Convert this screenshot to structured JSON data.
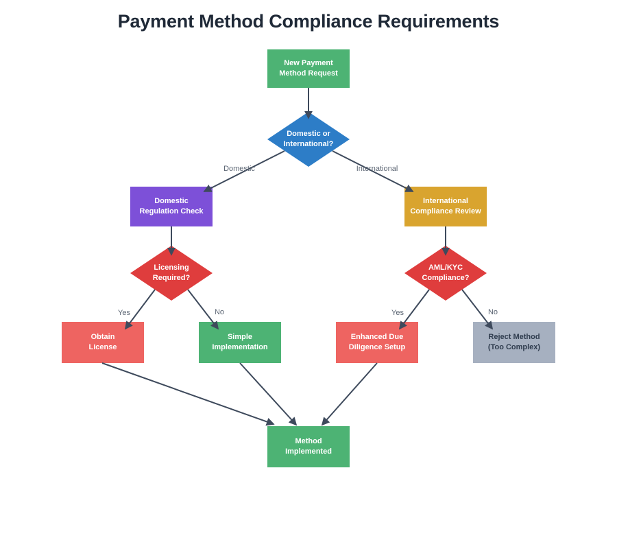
{
  "title": "Payment Method Compliance Requirements",
  "chart_type": "flowchart",
  "colors": {
    "process_green": "#4db374",
    "decision_blue": "#2d7dc7",
    "process_purple": "#7d50d8",
    "process_amber": "#d9a42f",
    "decision_red": "#df3d3d",
    "process_salmon": "#ee6461",
    "terminal_gray": "#a6b0c0",
    "edge_line": "#3e4a5c",
    "title_text": "#1f2937",
    "edge_label_text": "#5b6573"
  },
  "nodes": {
    "start": "New Payment\nMethod Request",
    "decision_type": "Domestic or\nInternational?",
    "domestic_check": "Domestic\nRegulation Check",
    "international_review": "International\nCompliance Review",
    "licensing_required": "Licensing\nRequired?",
    "aml_kyc": "AML/KYC\nCompliance?",
    "obtain_license": "Obtain\nLicense",
    "simple_implementation": "Simple\nImplementation",
    "enhanced_dd": "Enhanced Due\nDiligence Setup",
    "reject": "Reject Method\n(Too Complex)",
    "implemented": "Method\nImplemented"
  },
  "edge_labels": {
    "domestic": "Domestic",
    "international": "International",
    "licensing_yes": "Yes",
    "licensing_no": "No",
    "aml_yes": "Yes",
    "aml_no": "No"
  }
}
